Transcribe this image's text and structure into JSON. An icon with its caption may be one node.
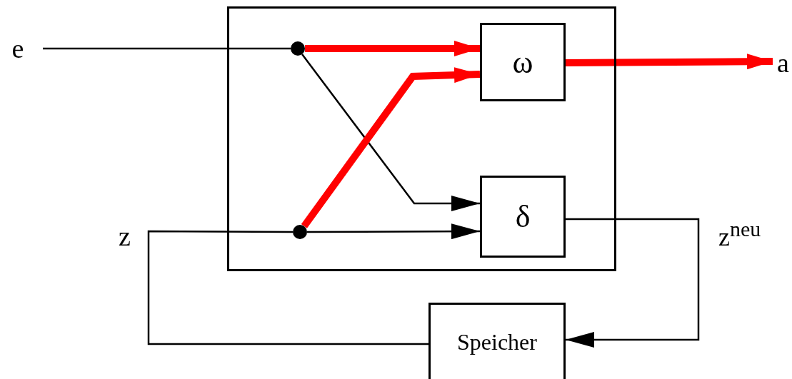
{
  "diagram": {
    "nodes": [
      {
        "text": [],
        "shape": "box"
      },
      {
        "text": [
          "ω"
        ],
        "in": 0
      },
      {
        "text": [
          "δ"
        ],
        "in": 0
      },
      {
        "text": [
          "Speicher"
        ]
      },
      {
        "text": [],
        "shape": "circle",
        "in": 0
      },
      {
        "text": [],
        "shape": "circle",
        "in": 0
      },
      {
        "text": [
          "e"
        ]
      },
      {
        "text": [
          "a"
        ]
      }
    ],
    "edges": [
      {
        "from": 6,
        "to": 4,
        "arrow": "none"
      },
      {
        "from": 4,
        "to": 1,
        "arrow": "to",
        "style": "thick",
        "color": "#ff0000"
      },
      {
        "from": 4,
        "to": 2,
        "arrow": "to"
      },
      {
        "from": 5,
        "to": 1,
        "arrow": "to",
        "style": "thick",
        "color": "#ff0000"
      },
      {
        "from": 5,
        "to": 2,
        "arrow": "to"
      },
      {
        "from": 1,
        "to": 7,
        "arrow": "to",
        "style": "thick",
        "color": "#ff0000"
      },
      {
        "from": 2,
        "to": 3,
        "arrow": "to",
        "label": "z$^{neu}$"
      },
      {
        "from": 3,
        "to": 5,
        "arrow": "none",
        "label": "z"
      }
    ]
  }
}
